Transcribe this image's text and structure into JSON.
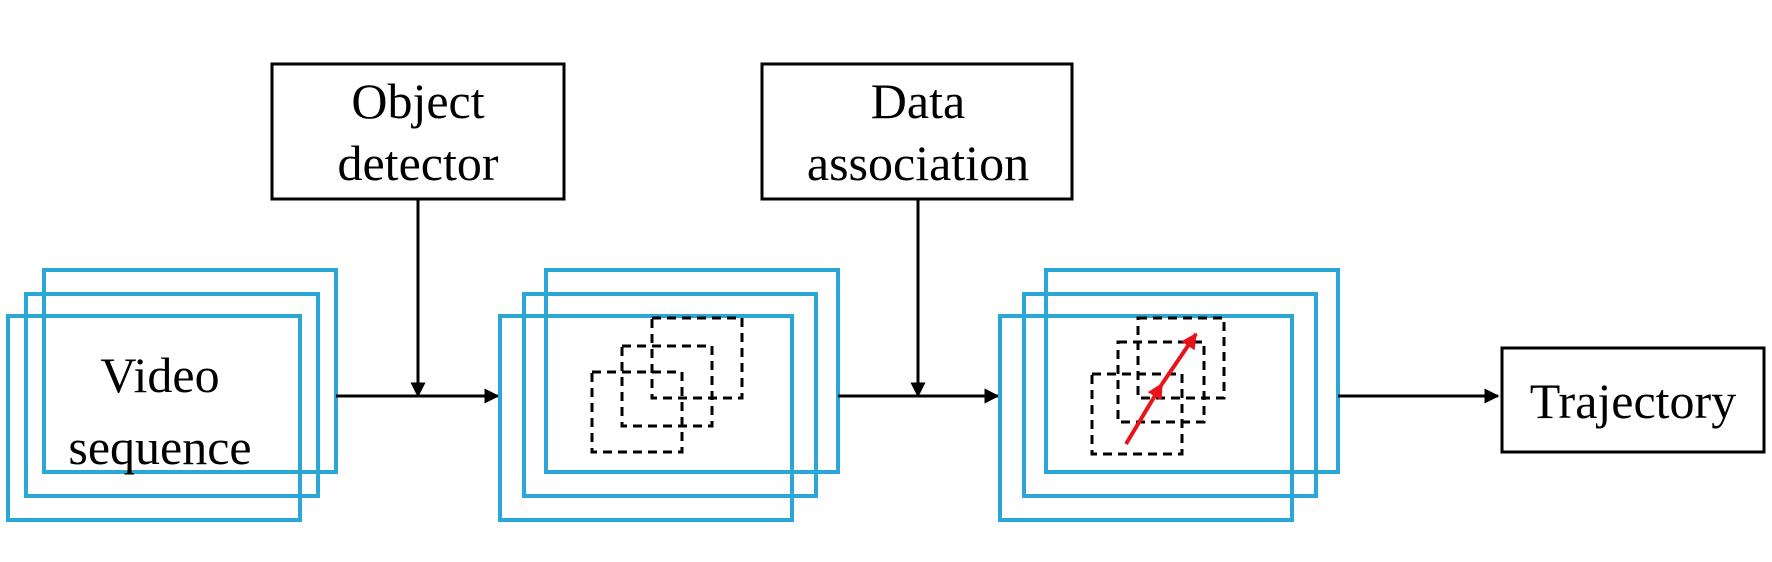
{
  "labels": {
    "video_line1": "Video",
    "video_line2": "sequence",
    "detector_line1": "Object",
    "detector_line2": "detector",
    "association_line1": "Data",
    "association_line2": "association",
    "trajectory": "Trajectory"
  },
  "colors": {
    "frame": "#2aa7d6",
    "line": "#000000",
    "motion_arrow": "#e8141b",
    "background": "#ffffff"
  }
}
